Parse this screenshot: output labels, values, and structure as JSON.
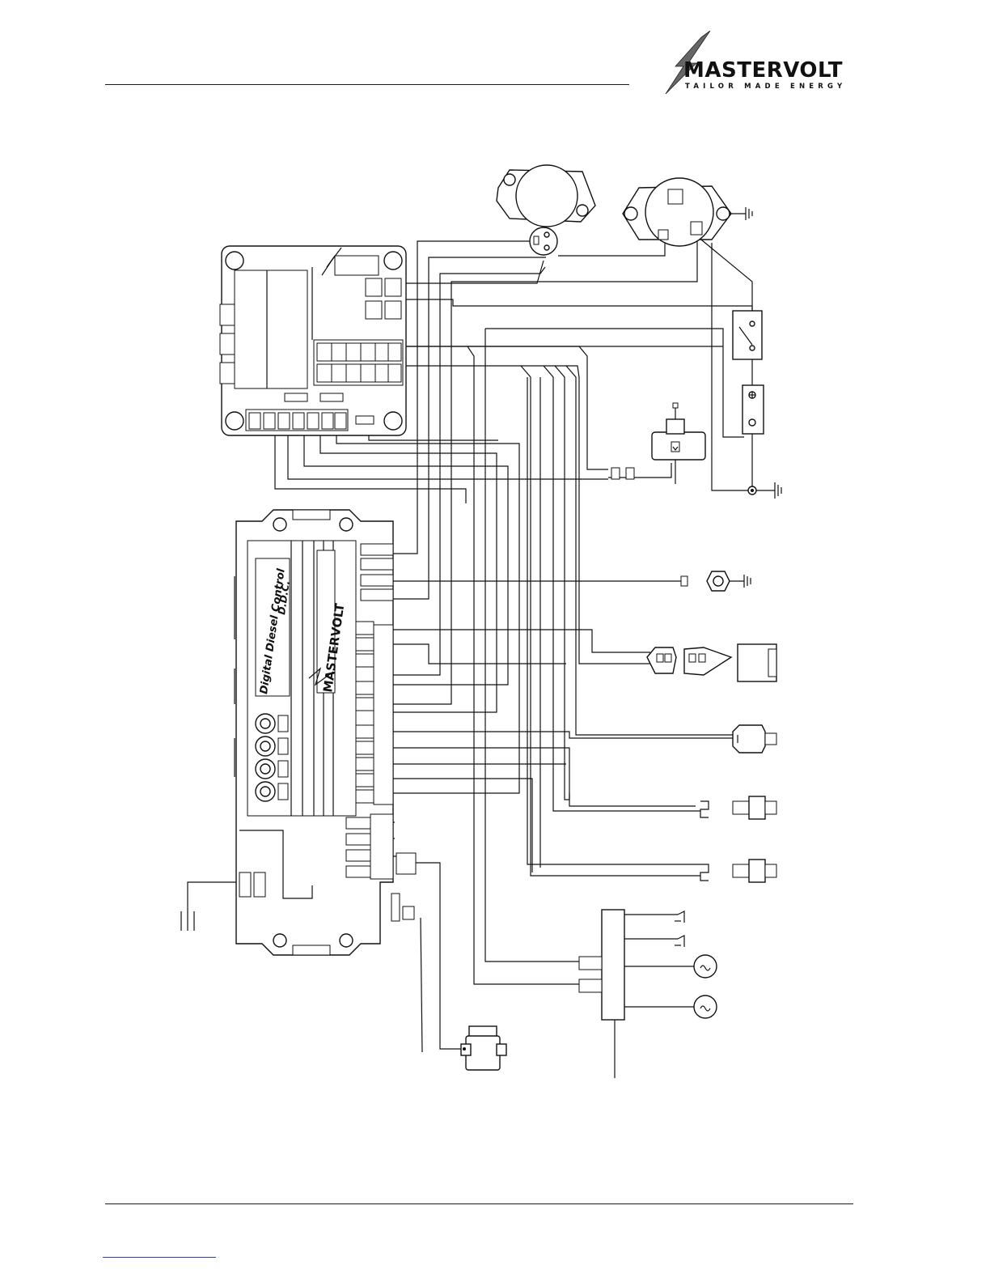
{
  "header": {
    "brand_name": "MASTERVOLT",
    "brand_tagline": "TAILOR MADE ENERGY"
  },
  "ddc_module": {
    "label_line1": "Digital Diesel Control",
    "label_line2": "D.D.C.",
    "brand_print": "MASTERVOLT"
  },
  "colors": {
    "ink": "#111111",
    "paper": "#ffffff",
    "link_rule": "#2b3fb0"
  }
}
